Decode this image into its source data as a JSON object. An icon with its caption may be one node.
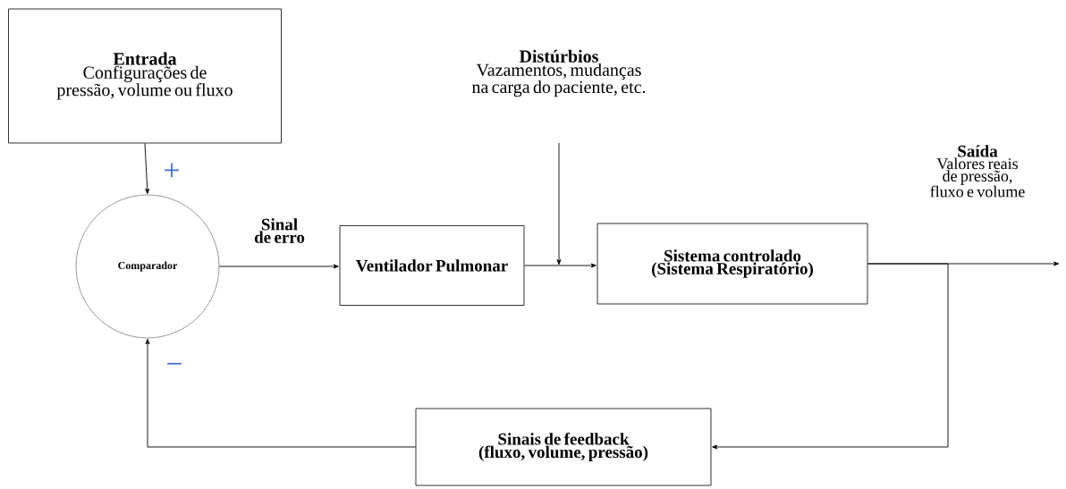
{
  "diagram": {
    "nodes": [
      {
        "text": [
          "Entrada",
          "Configurações de pressão, volume ou fluxo"
        ]
      },
      {
        "text": [
          "Comparador"
        ]
      },
      {
        "text": [
          "Ventilador Pulmonar"
        ]
      },
      {
        "text": [
          "Sistema controlado (Sistema Respiratório)"
        ]
      },
      {
        "text": [
          "Sinais de feedback (fluxo, volume, pressão)"
        ]
      },
      {
        "text": [
          "Distúrbios",
          "Vazamentos, mudanças na carga do paciente, etc."
        ]
      }
    ],
    "edges": [
      {
        "from": 0,
        "to": 1,
        "arrow": "to",
        "label": "+"
      },
      {
        "from": 1,
        "to": 2,
        "arrow": "to",
        "label": "Sinal de erro"
      },
      {
        "from": 5,
        "to": null,
        "arrow": "to"
      },
      {
        "from": 2,
        "to": 3,
        "arrow": "to"
      },
      {
        "from": 3,
        "to": null,
        "arrow": "to"
      },
      {
        "from": 3,
        "to": 4,
        "arrow": "to"
      },
      {
        "from": 4,
        "to": 1,
        "arrow": "to",
        "label": "−"
      }
    ],
    "labels": [
      "Saída",
      "Valores reais de pressão, fluxo e volume"
    ]
  }
}
